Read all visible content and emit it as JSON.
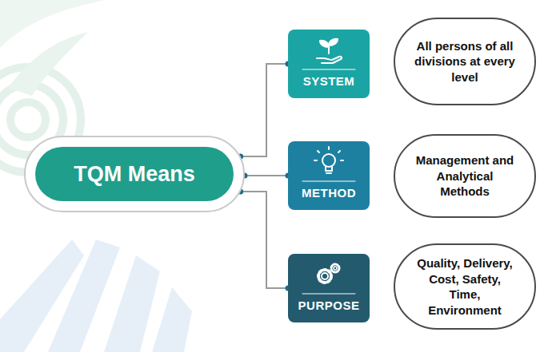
{
  "diagram": {
    "nodes": [
      {
        "text": [
          "TQM Means"
        ]
      },
      {
        "text": [
          "SYSTEM"
        ]
      },
      {
        "text": [
          "All persons of all divisions at every level"
        ]
      },
      {
        "text": [
          "METHOD"
        ]
      },
      {
        "text": [
          "Management and Analytical Methods"
        ]
      },
      {
        "text": [
          "PURPOSE"
        ]
      },
      {
        "text": [
          "Quality, Delivery, Cost, Safety, Time, Environment"
        ]
      }
    ],
    "edges": [
      {
        "from": 0,
        "to": 1,
        "arrow": "none"
      },
      {
        "from": 0,
        "to": 3,
        "arrow": "none"
      },
      {
        "from": 0,
        "to": 5,
        "arrow": "none"
      }
    ]
  }
}
